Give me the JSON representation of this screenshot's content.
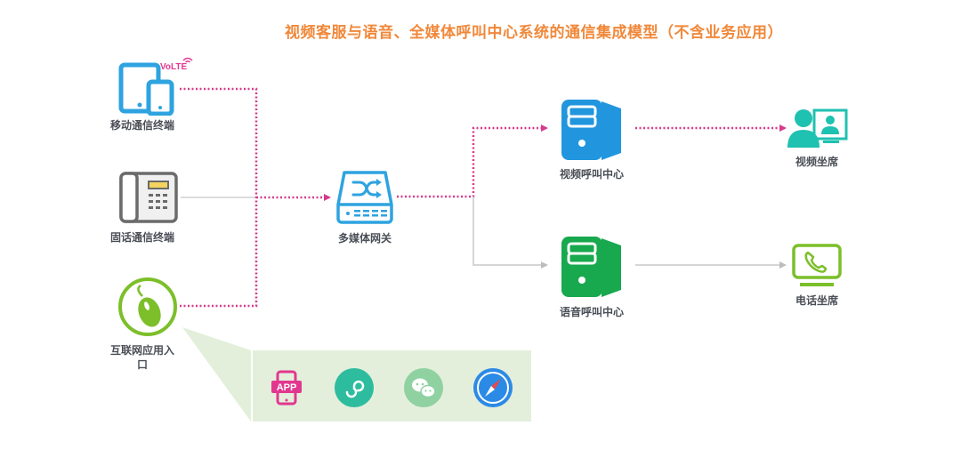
{
  "title": "视频客服与语音、全媒体呼叫中心系统的通信集成模型（不含业务应用）",
  "nodes": {
    "mobile_terminal": {
      "label": "移动通信终端",
      "badge": "VoLTE",
      "icon": "tablet-phone-icon"
    },
    "fixed_terminal": {
      "label": "固话通信终端",
      "icon": "desk-phone-icon"
    },
    "internet_entry": {
      "label_line1": "互联网应用入",
      "label_line2": "口",
      "icon": "mouse-icon"
    },
    "media_gateway": {
      "label": "多媒体网关",
      "icon": "gateway-shuffle-icon"
    },
    "video_call_center": {
      "label": "视频呼叫中心",
      "icon": "server-icon"
    },
    "voice_call_center": {
      "label": "语音呼叫中心",
      "icon": "server-icon"
    },
    "video_agent": {
      "label": "视频坐席",
      "icon": "video-agent-icon"
    },
    "phone_agent": {
      "label": "电话坐席",
      "icon": "phone-screen-icon"
    }
  },
  "internet_apps": [
    {
      "name": "APP",
      "icon": "app-icon"
    },
    {
      "name": "mini-program",
      "icon": "mini-program-icon"
    },
    {
      "name": "wechat",
      "icon": "wechat-icon"
    },
    {
      "name": "browser",
      "icon": "safari-compass-icon"
    }
  ],
  "legend_styles": {
    "media_link": {
      "style": "dotted",
      "color": "#d63a8c"
    },
    "voice_link": {
      "style": "solid",
      "color": "#c8c8c8"
    }
  },
  "colors": {
    "title": "#f0883a",
    "mobile": "#2ea3e0",
    "volte": "#e2378f",
    "phone_gray": "#6b6b6b",
    "internet_green": "#7cbf2a",
    "gateway_blue": "#2ea3e0",
    "video_server": "#2196de",
    "voice_server": "#18a84e",
    "video_agent": "#1fc1b0",
    "phone_agent": "#7cbf2a",
    "panel_bg": "#e3efdb",
    "app_pink": "#e2378f",
    "mini_teal": "#2ebc9f",
    "wechat_green": "#8fd1a1",
    "safari_blue": "#2b8ae6"
  }
}
